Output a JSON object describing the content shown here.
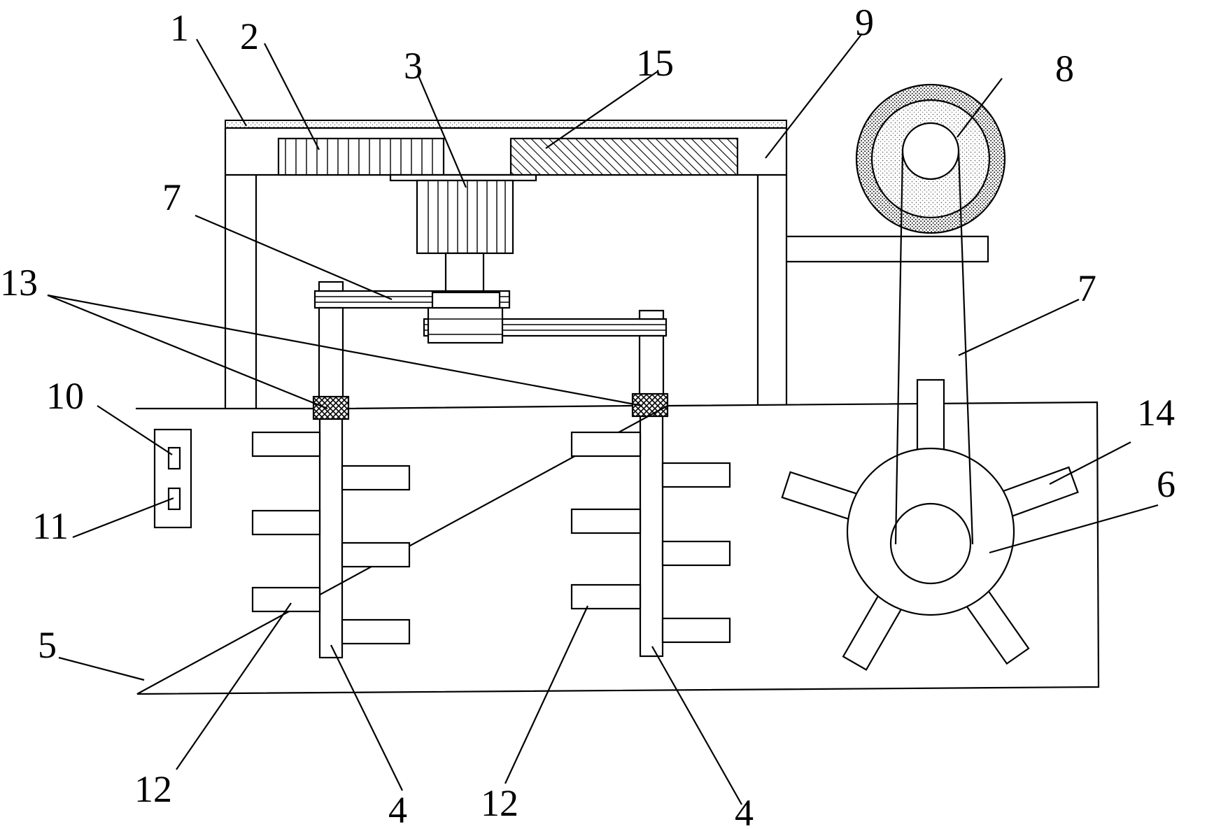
{
  "diagram": {
    "labels": {
      "l1": "1",
      "l2": "2",
      "l3": "3",
      "l15": "15",
      "l9": "9",
      "l8": "8",
      "l7a": "7",
      "l7b": "7",
      "l13": "13",
      "l10": "10",
      "l11": "11",
      "l14": "14",
      "l6": "6",
      "l5": "5",
      "l12a": "12",
      "l12b": "12",
      "l4a": "4",
      "l4b": "4"
    }
  }
}
